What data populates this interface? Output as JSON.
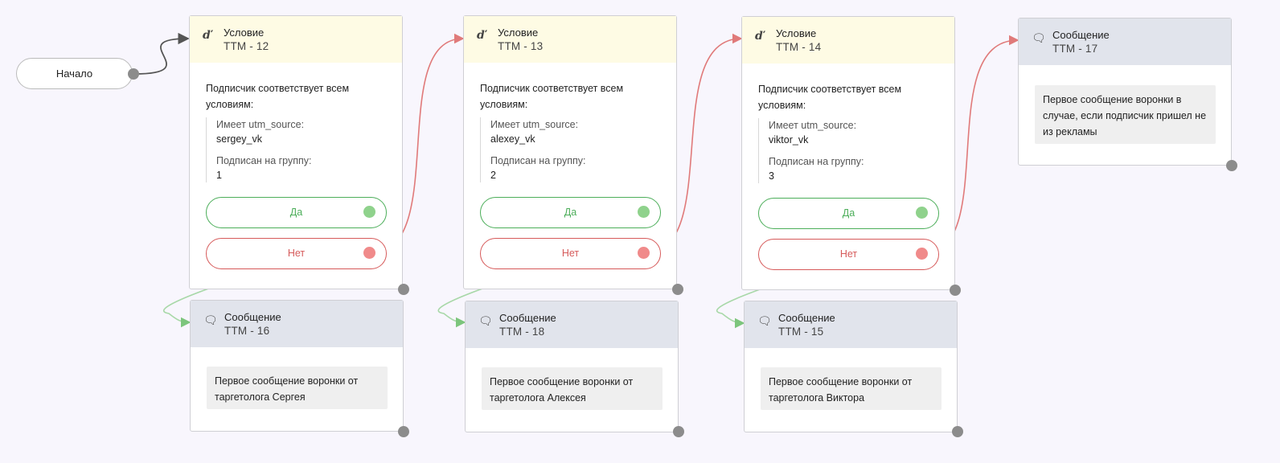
{
  "start": {
    "label": "Начало"
  },
  "conditions": [
    {
      "title": "Условие",
      "subtitle": "ТТМ - 12",
      "intro": "Подписчик соответствует всем условиям:",
      "rules": [
        {
          "label": "Имеет utm_source:",
          "value": "sergey_vk"
        },
        {
          "label": "Подписан на группу:",
          "value": "1"
        }
      ],
      "yes_label": "Да",
      "no_label": "Нет"
    },
    {
      "title": "Условие",
      "subtitle": "ТТМ - 13",
      "intro": "Подписчик соответствует всем условиям:",
      "rules": [
        {
          "label": "Имеет utm_source:",
          "value": "alexey_vk"
        },
        {
          "label": "Подписан на группу:",
          "value": "2"
        }
      ],
      "yes_label": "Да",
      "no_label": "Нет"
    },
    {
      "title": "Условие",
      "subtitle": "ТТМ - 14",
      "intro": "Подписчик соответствует всем условиям:",
      "rules": [
        {
          "label": "Имеет utm_source:",
          "value": "viktor_vk"
        },
        {
          "label": "Подписан на группу:",
          "value": "3"
        }
      ],
      "yes_label": "Да",
      "no_label": "Нет"
    }
  ],
  "messages": [
    {
      "title": "Сообщение",
      "subtitle": "ТТМ - 16",
      "text": "Первое сообщение воронки от таргетолога Сергея"
    },
    {
      "title": "Сообщение",
      "subtitle": "ТТМ - 18",
      "text": "Первое сообщение воронки от таргетолога Алексея"
    },
    {
      "title": "Сообщение",
      "subtitle": "ТТМ - 15",
      "text": "Первое сообщение воронки от таргетолога Виктора"
    },
    {
      "title": "Сообщение",
      "subtitle": "ТТМ - 17",
      "text": "Первое сообщение воронки в случае, если подписчик пришел не из рекламы"
    }
  ],
  "icons": {
    "condition": "condition-icon",
    "message": "speech-bubble-icon"
  },
  "colors": {
    "yes": "#4cae5a",
    "no": "#d65a5a",
    "link_start": "#555555",
    "link_no": "#e07a7a",
    "link_yes": "#7cc57c"
  }
}
